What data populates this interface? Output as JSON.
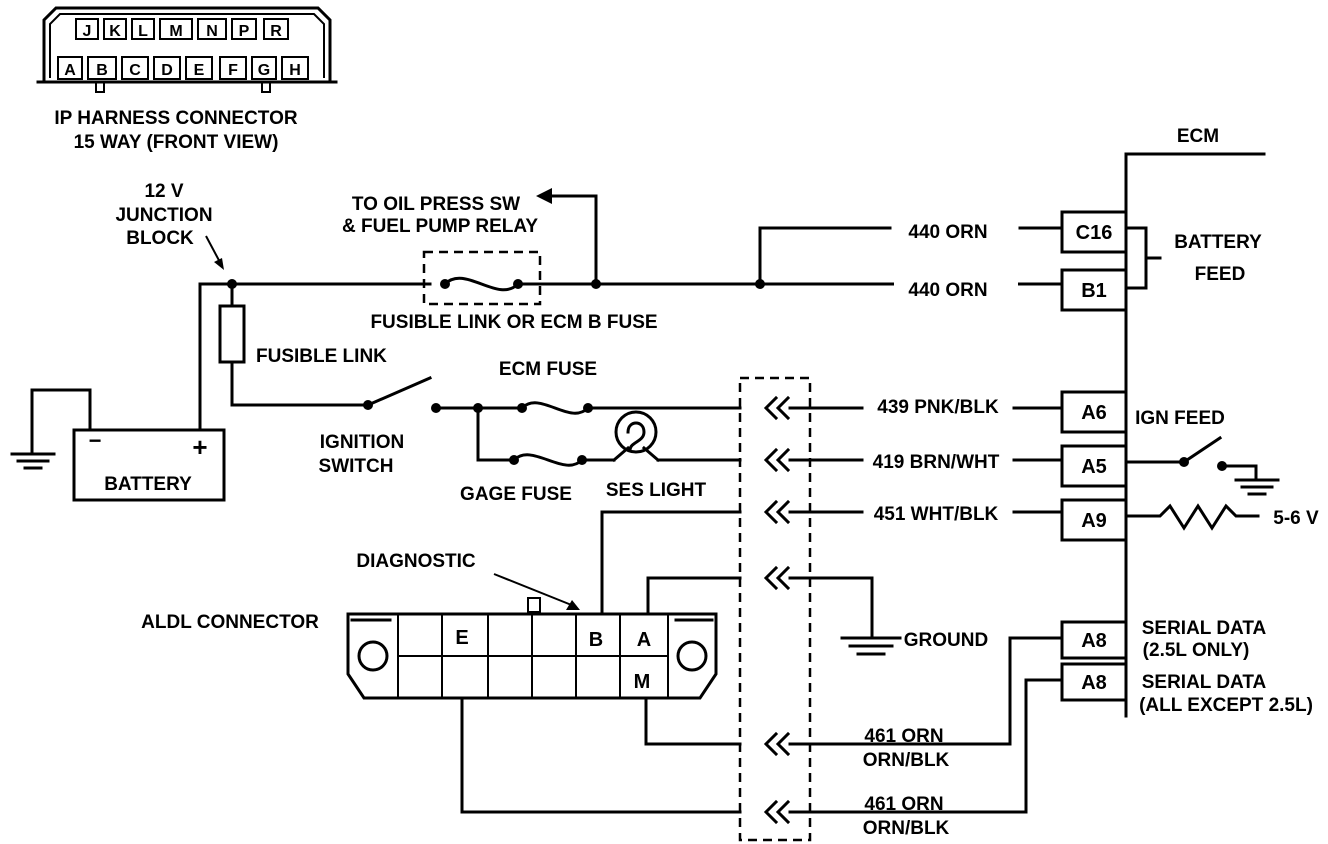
{
  "connector": {
    "top_pins": [
      "J",
      "K",
      "L",
      "M",
      "N",
      "P",
      "R"
    ],
    "bottom_pins": [
      "A",
      "B",
      "C",
      "D",
      "E",
      "F",
      "G",
      "H"
    ],
    "title_line1": "IP HARNESS CONNECTOR",
    "title_line2": "15 WAY (FRONT VIEW)"
  },
  "labels": {
    "junction_line1": "12 V",
    "junction_line2": "JUNCTION",
    "junction_line3": "BLOCK",
    "oil_line1": "TO OIL PRESS SW",
    "oil_line2": "& FUEL PUMP RELAY",
    "fusible_link_ecm": "FUSIBLE LINK OR ECM B FUSE",
    "fusible_link": "FUSIBLE LINK",
    "ecm_fuse": "ECM FUSE",
    "ignition_line1": "IGNITION",
    "ignition_line2": "SWITCH",
    "gage_fuse": "GAGE FUSE",
    "ses_light": "SES  LIGHT",
    "battery": "BATTERY",
    "battery_minus": "−",
    "battery_plus": "+",
    "diagnostic": "DIAGNOSTIC",
    "aldl": "ALDL CONNECTOR",
    "ground": "GROUND",
    "ecm": "ECM",
    "battery_feed_line1": "BATTERY",
    "battery_feed_line2": "FEED",
    "ign_feed": "IGN FEED",
    "voltage": "5-6 V",
    "serial1_line1": "SERIAL DATA",
    "serial1_line2": "(2.5L ONLY)",
    "serial2_line1": "SERIAL DATA",
    "serial2_line2": "(ALL EXCEPT 2.5L)"
  },
  "wires": {
    "w440a": "440 ORN",
    "w440b": "440 ORN",
    "w439": "439 PNK/BLK",
    "w419": "419 BRN/WHT",
    "w451": "451 WHT/BLK",
    "w461a_line1": "461 ORN",
    "w461a_line2": "ORN/BLK",
    "w461b_line1": "461 ORN",
    "w461b_line2": "ORN/BLK"
  },
  "ecm_pins": {
    "c16": "C16",
    "b1": "B1",
    "a6": "A6",
    "a5": "A5",
    "a9": "A9",
    "a8a": "A8",
    "a8b": "A8"
  },
  "aldl_pins": {
    "e": "E",
    "b": "B",
    "a": "A",
    "m": "M"
  }
}
